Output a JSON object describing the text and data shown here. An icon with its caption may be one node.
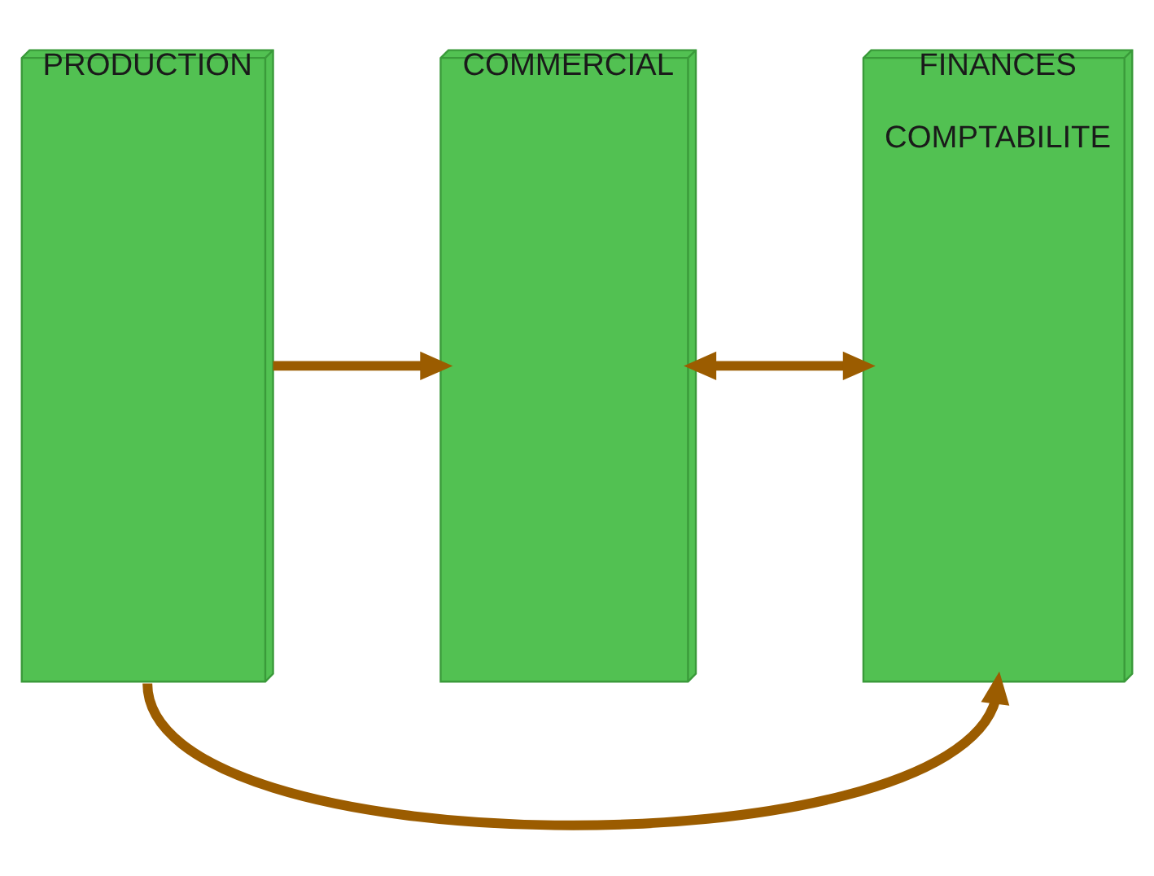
{
  "diagram": {
    "nodes": [
      {
        "text": [
          "PRODUCTION"
        ]
      },
      {
        "text": [
          "COMMERCIAL"
        ]
      },
      {
        "text": [
          "FINANCES",
          "COMPTABILITE"
        ]
      }
    ],
    "edges": [
      {
        "from": 0,
        "to": 1,
        "arrow": "to"
      },
      {
        "from": 1,
        "to": 2,
        "arrow": "both"
      },
      {
        "from": 0,
        "to": 2,
        "arrow": "to"
      }
    ]
  }
}
